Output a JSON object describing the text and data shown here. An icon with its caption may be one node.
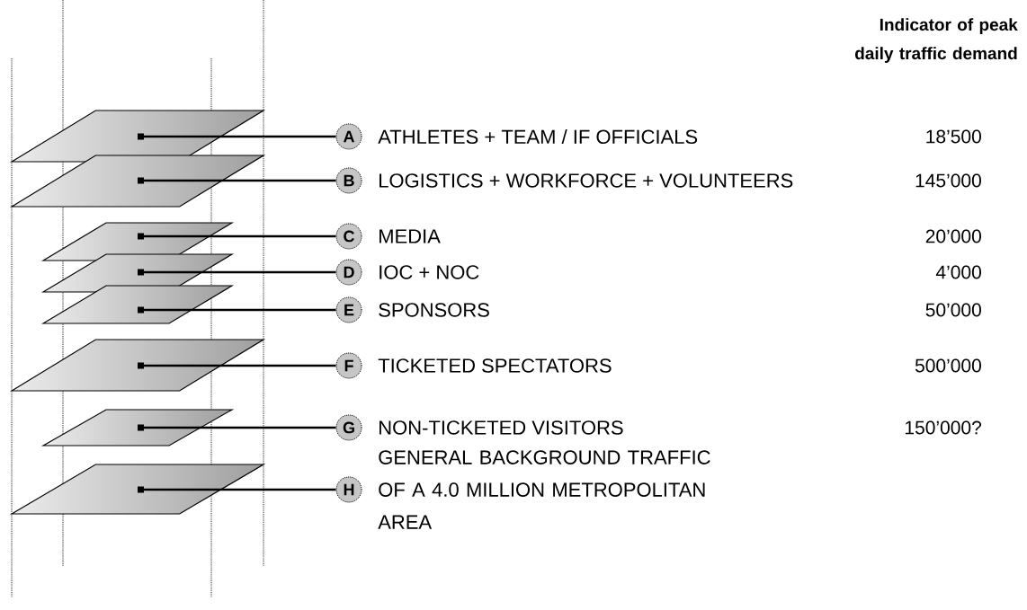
{
  "diagram": {
    "nodes": [
      {
        "text": [],
        "shape": "parallelogram"
      },
      {
        "text": [],
        "shape": "parallelogram"
      },
      {
        "text": [],
        "shape": "parallelogram"
      },
      {
        "text": [],
        "shape": "parallelogram"
      },
      {
        "text": [],
        "shape": "parallelogram"
      },
      {
        "text": [],
        "shape": "parallelogram"
      },
      {
        "text": [],
        "shape": "parallelogram"
      },
      {
        "text": [],
        "shape": "parallelogram"
      },
      {
        "text": [
          "A"
        ],
        "beside": [
          "ATHLETES + TEAM / IF OFFICIALS"
        ]
      },
      {
        "text": [
          "B"
        ],
        "beside": [
          "LOGISTICS + WORKFORCE + VOLUNTEERS"
        ]
      },
      {
        "text": [
          "C"
        ],
        "beside": [
          "MEDIA"
        ]
      },
      {
        "text": [
          "D"
        ],
        "beside": [
          "IOC + NOC"
        ]
      },
      {
        "text": [
          "E"
        ],
        "beside": [
          "SPONSORS"
        ]
      },
      {
        "text": [
          "F"
        ],
        "beside": [
          "TICKETED SPECTATORS"
        ]
      },
      {
        "text": [
          "G"
        ],
        "beside": [
          "NON-TICKETED VISITORS"
        ]
      },
      {
        "text": [
          "H"
        ],
        "beside": [
          "GENERAL BACKGROUND TRAFFIC OF A 4.0 MILLION METROPOLITAN AREA"
        ]
      }
    ],
    "edges": [
      {
        "from": 0,
        "to": 8,
        "arrow": "other"
      },
      {
        "from": 1,
        "to": 9,
        "arrow": "other"
      },
      {
        "from": 2,
        "to": 10,
        "arrow": "other"
      },
      {
        "from": 3,
        "to": 11,
        "arrow": "other"
      },
      {
        "from": 4,
        "to": 12,
        "arrow": "other"
      },
      {
        "from": 5,
        "to": 13,
        "arrow": "other"
      },
      {
        "from": 6,
        "to": 14,
        "arrow": "other"
      },
      {
        "from": 7,
        "to": 15,
        "arrow": "other"
      }
    ],
    "labels": [
      "Indicator of peak daily traffic demand",
      "18’500",
      "145’000",
      "20’000",
      "4’000",
      "50’000",
      "500’000",
      "150’000?"
    ]
  }
}
